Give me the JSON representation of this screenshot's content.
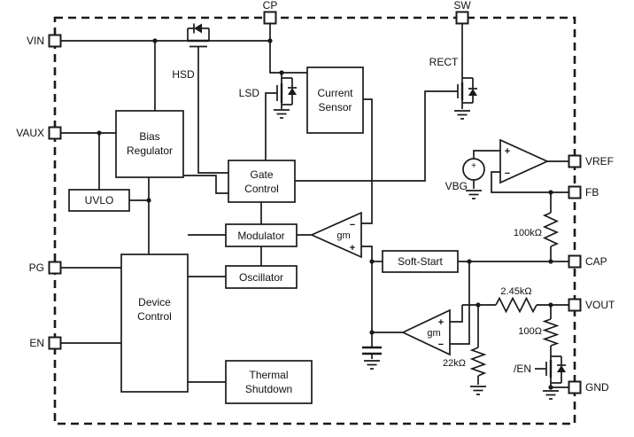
{
  "pins": {
    "cp": "CP",
    "sw": "SW",
    "vin": "VIN",
    "vaux": "VAUX",
    "pg": "PG",
    "en": "EN",
    "vref": "VREF",
    "fb": "FB",
    "cap": "CAP",
    "vout": "VOUT",
    "gnd": "GND"
  },
  "blocks": {
    "bias_regulator": {
      "line1": "Bias",
      "line2": "Regulator"
    },
    "uvlo": {
      "label": "UVLO"
    },
    "current_sensor": {
      "line1": "Current",
      "line2": "Sensor"
    },
    "gate_control": {
      "line1": "Gate",
      "line2": "Control"
    },
    "modulator": {
      "label": "Modulator"
    },
    "oscillator": {
      "label": "Oscillator"
    },
    "device_control": {
      "line1": "Device",
      "line2": "Control"
    },
    "thermal_shutdown": {
      "line1": "Thermal",
      "line2": "Shutdown"
    },
    "soft_start": {
      "label": "Soft-Start"
    }
  },
  "transistors": {
    "hsd": "HSD",
    "lsd": "LSD",
    "rect": "RECT",
    "en_fet": "/EN"
  },
  "amplifiers": {
    "gm_label": "gm",
    "plus": "+",
    "minus": "−"
  },
  "reference": {
    "vbg": "VBG"
  },
  "resistors": {
    "r_fb": "100kΩ",
    "r_div_top": "2.45kΩ",
    "r_discharge": "100Ω",
    "r_div_bottom": "22kΩ"
  },
  "colors": {
    "line": "#1a1a1a",
    "background": "#ffffff"
  }
}
